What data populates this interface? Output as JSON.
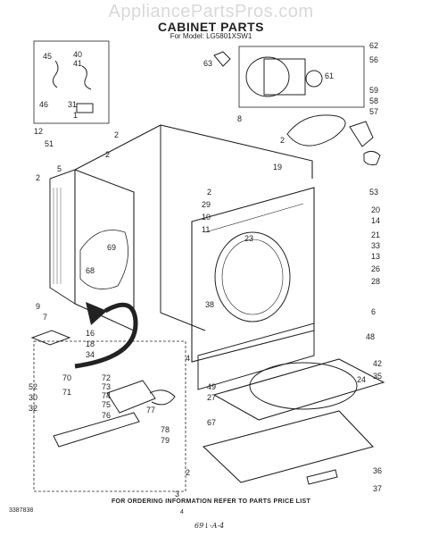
{
  "header": {
    "watermark": "AppliancePartsPros.com",
    "title": "CABINET PARTS",
    "model": "For Model: LG5801XSW1"
  },
  "callouts": [
    "45",
    "40",
    "41",
    "46",
    "31",
    "1",
    "12",
    "51",
    "2",
    "5",
    "2",
    "2",
    "9",
    "7",
    "16",
    "18",
    "34",
    "63",
    "62",
    "56",
    "61",
    "8",
    "2",
    "59",
    "58",
    "57",
    "19",
    "53",
    "2",
    "29",
    "10",
    "11",
    "20",
    "14",
    "21",
    "33",
    "13",
    "26",
    "23",
    "69",
    "68",
    "38",
    "28",
    "6",
    "48",
    "4",
    "42",
    "35",
    "24",
    "49",
    "27",
    "67",
    "2",
    "3",
    "36",
    "37",
    "52",
    "30",
    "32",
    "70",
    "71",
    "72",
    "73",
    "74",
    "75",
    "76",
    "77",
    "78",
    "79"
  ],
  "footer": {
    "note": "FOR ORDERING INFORMATION REFER TO PARTS PRICE LIST",
    "doc_number": "3387838",
    "page": "4",
    "handwritten": "69↓-A-4"
  },
  "colors": {
    "ink": "#222222",
    "watermark": "#d8d8d8",
    "background": "#ffffff"
  }
}
